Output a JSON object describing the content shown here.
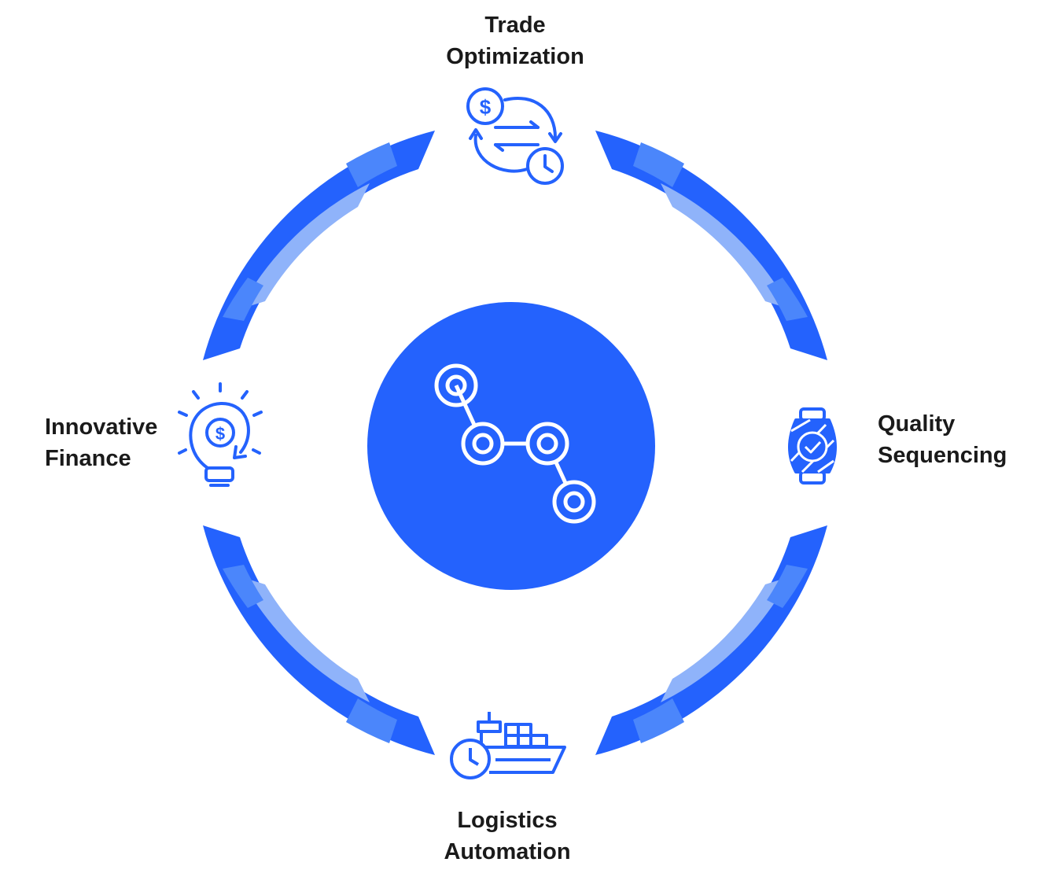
{
  "colors": {
    "primary": "#2462FD",
    "arc_light": "#8FB3FA",
    "arc_mid": "#4B86FB",
    "text": "#1a1a1a",
    "white": "#ffffff"
  },
  "stages": [
    {
      "id": "trade",
      "lines": [
        "Trade",
        "Optimization"
      ],
      "icon": "currency-exchange-icon"
    },
    {
      "id": "quality",
      "lines": [
        "Quality",
        "Sequencing"
      ],
      "icon": "quality-check-icon"
    },
    {
      "id": "logistics",
      "lines": [
        "Logistics",
        "Automation"
      ],
      "icon": "cargo-ship-clock-icon"
    },
    {
      "id": "finance",
      "lines": [
        "Innovative",
        "Finance"
      ],
      "icon": "lightbulb-dollar-icon"
    }
  ],
  "center": {
    "icon": "process-path-icon"
  }
}
